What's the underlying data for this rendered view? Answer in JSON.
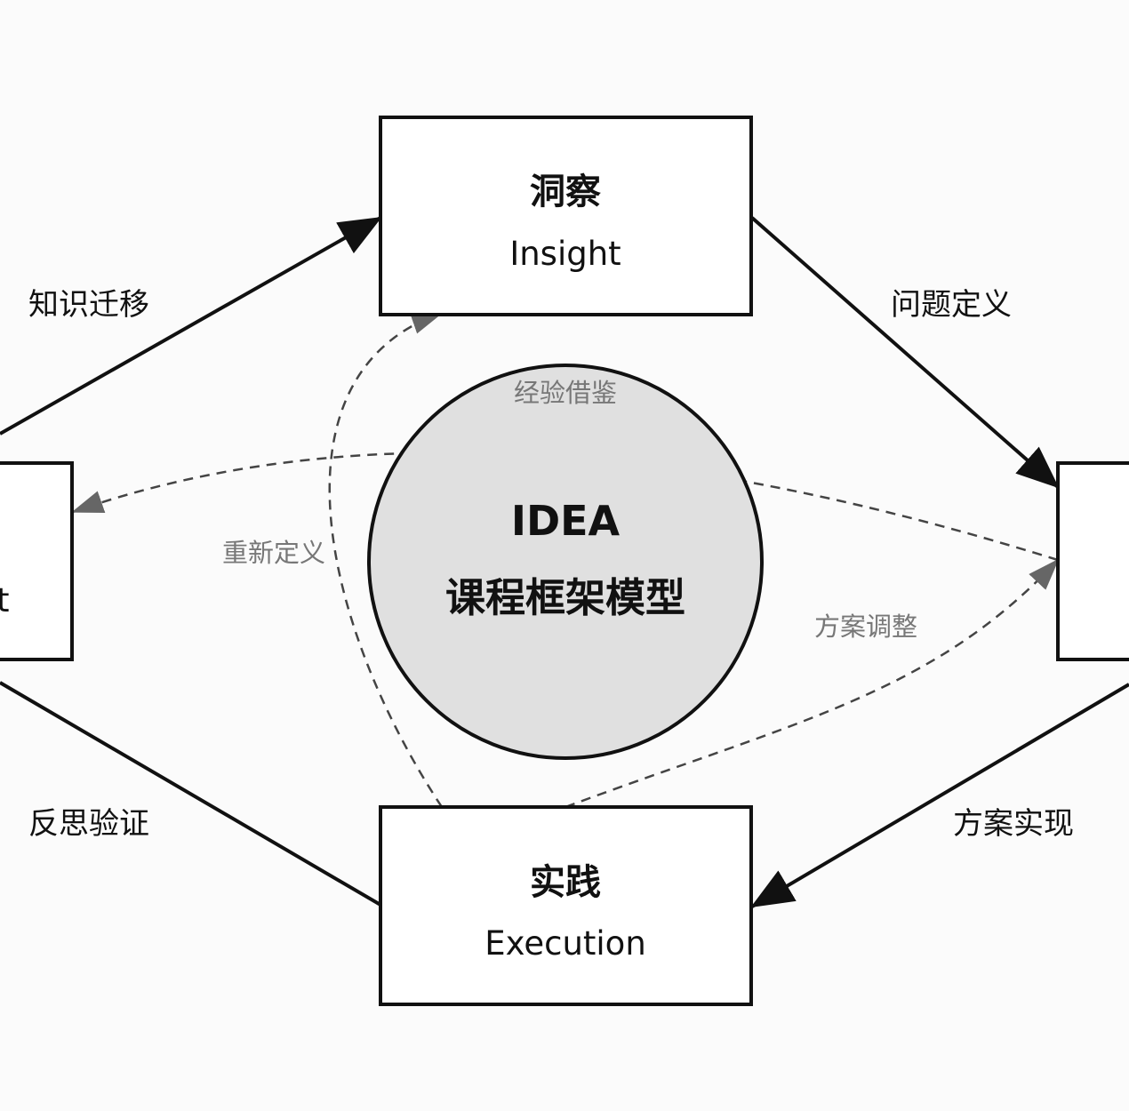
{
  "center": {
    "title": "IDEA",
    "subtitle": "课程框架模型"
  },
  "nodes": {
    "insight": {
      "title": "洞察",
      "subtitle": "Insight"
    },
    "execution": {
      "title": "实践",
      "subtitle": "Execution"
    },
    "left": {
      "subtitle_fragment": "t"
    }
  },
  "edges": {
    "knowledge_transfer": "知识迁移",
    "problem_definition": "问题定义",
    "solution_implementation": "方案实现",
    "reflection_validation": "反思验证"
  },
  "feedback": {
    "experience_reference": "经验借鉴",
    "redefinition": "重新定义",
    "solution_adjustment": "方案调整"
  },
  "colors": {
    "background": "#fbfbfb",
    "circle_fill": "#e0e0e0",
    "line": "#111111",
    "dashed_line": "#444444",
    "dashed_arrow": "#666666",
    "dashed_text": "#777777"
  }
}
